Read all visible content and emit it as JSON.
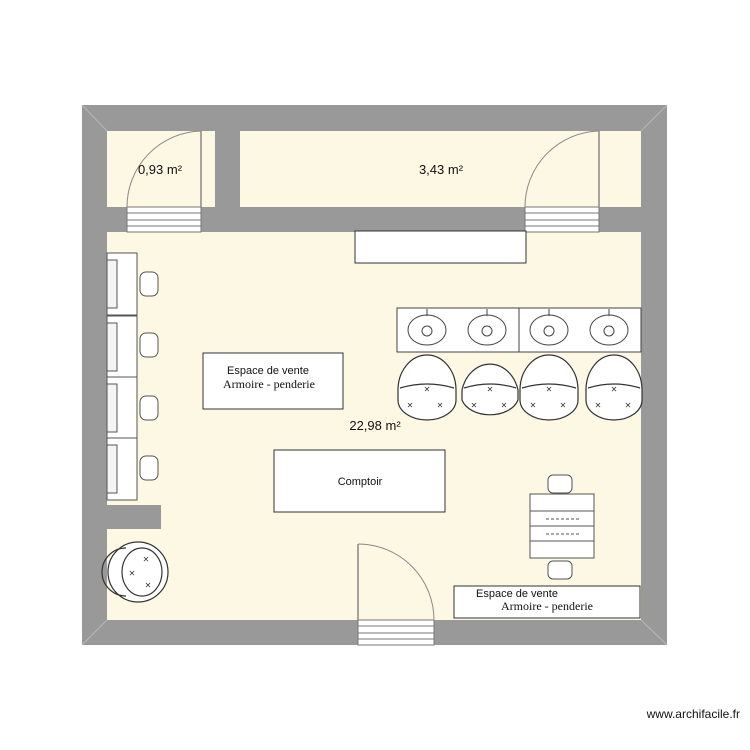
{
  "plan": {
    "rooms": [
      {
        "id": "small-room",
        "area": "0,93 m²"
      },
      {
        "id": "corridor-room",
        "area": "3,43 m²"
      },
      {
        "id": "main-room",
        "area": "22,98 m²"
      }
    ],
    "furniture": {
      "display_1_title": "Espace de vente",
      "display_1_subtitle": "Armoire - penderie",
      "display_2_title": "Espace de vente",
      "display_2_subtitle": "Armoire - penderie",
      "counter": "Comptoir"
    },
    "fixtures": {
      "dressing_tables": 4,
      "wash_basins": 4,
      "salon_chairs": 4,
      "massage_table": 1,
      "round_chair": 1,
      "doors": 3
    },
    "colors": {
      "wall": "#999999",
      "floor": "#fcf8e4",
      "line": "#555555"
    }
  },
  "footer": {
    "watermark": "www.archifacile.fr"
  }
}
